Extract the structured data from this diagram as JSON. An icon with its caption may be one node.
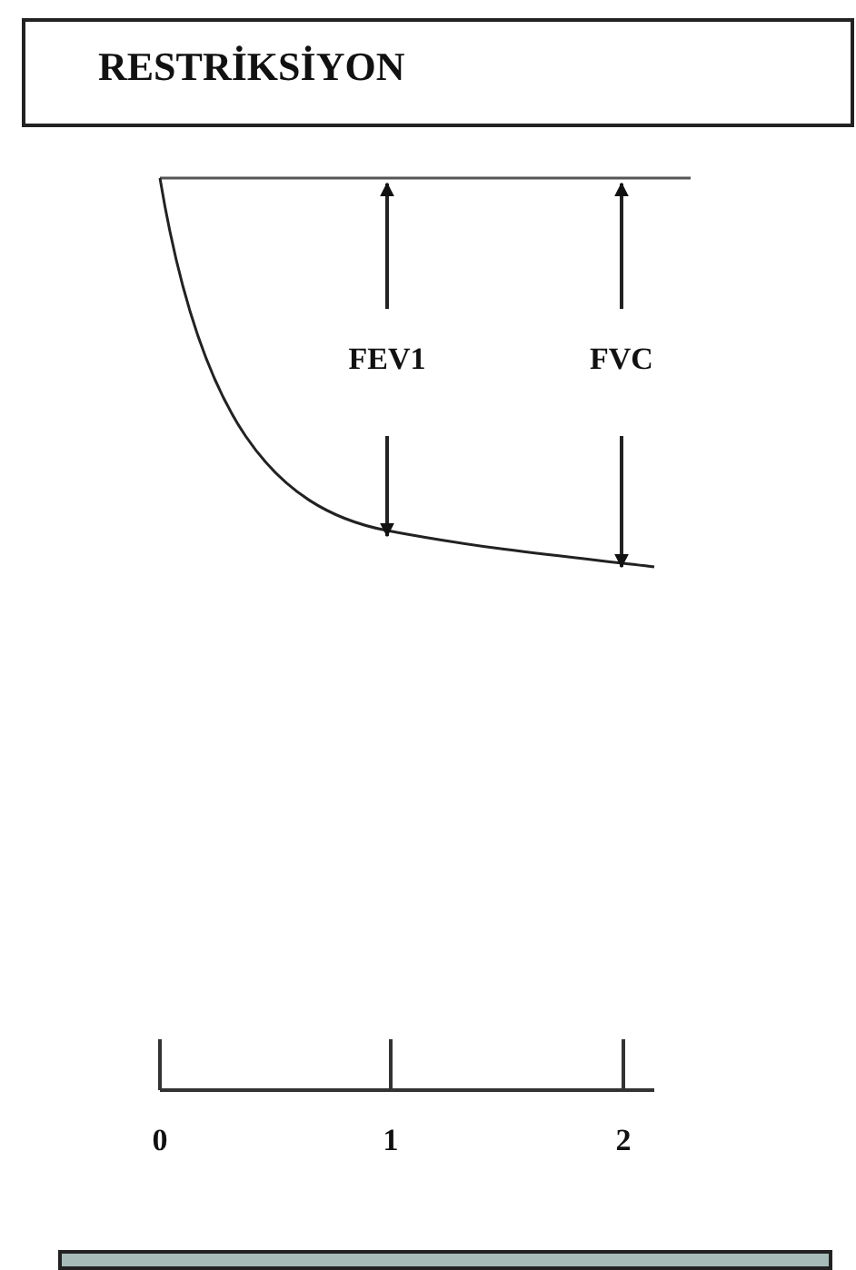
{
  "diagram": {
    "nodes": [
      {
        "text": [
          "RESTRİKSİYON"
        ]
      },
      {
        "text": [],
        "shape": "box"
      }
    ],
    "labels": [
      "FEV1",
      "FVC",
      "0",
      "1",
      "2"
    ]
  }
}
